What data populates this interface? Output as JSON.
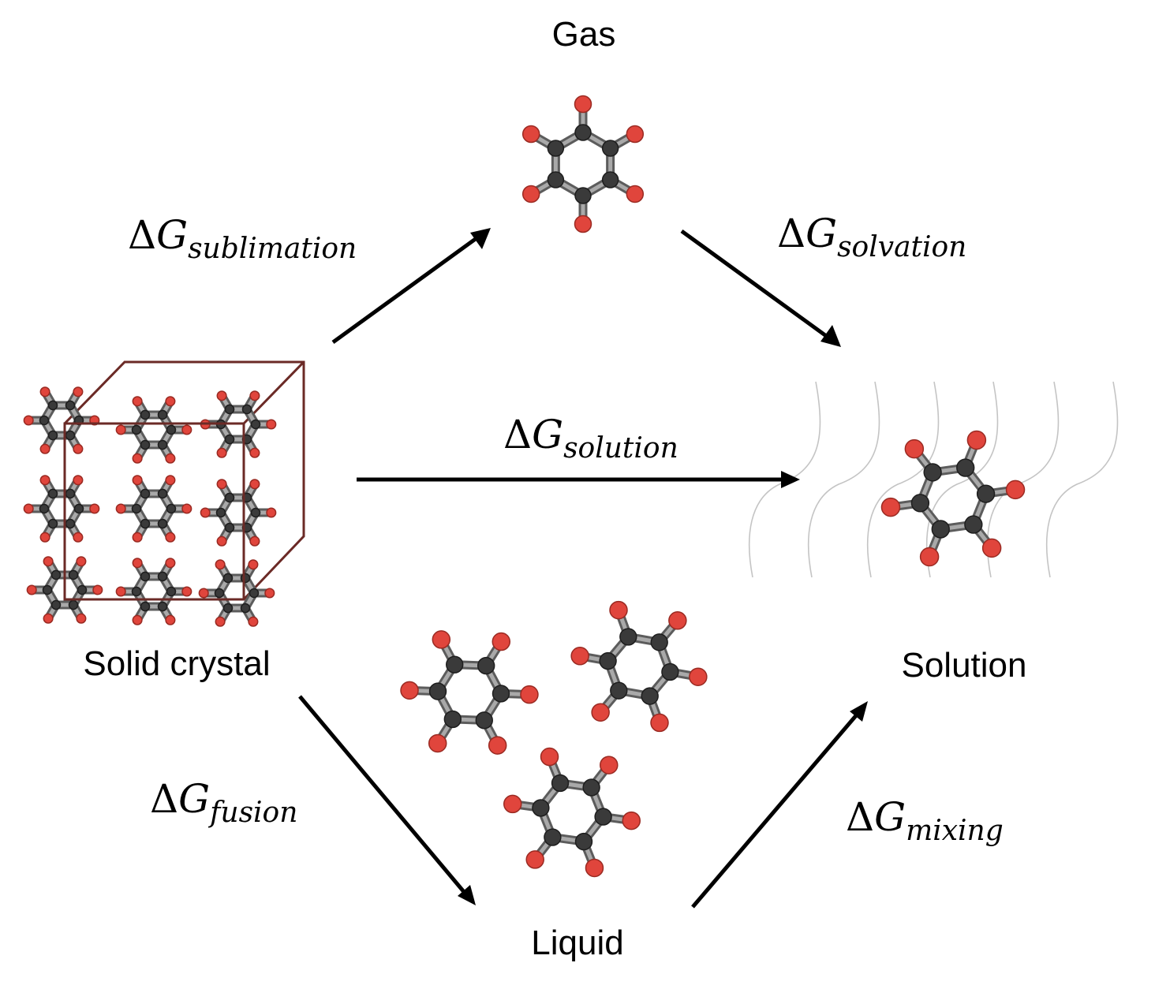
{
  "states": {
    "gas": "Gas",
    "solid": "Solid crystal",
    "solution": "Solution",
    "liquid": "Liquid"
  },
  "transitions": {
    "delta": "Δ",
    "G": "G",
    "sublimation": "sublimation",
    "solvation": "solvation",
    "solution": "solution",
    "fusion": "fusion",
    "mixing": "mixing"
  },
  "colors": {
    "carbon": "#3a3a3a",
    "oxygen": "#e0453c",
    "bond": "#a9a9a9",
    "crystal_box": "#6b2a26",
    "solvent_lines": "#c4c4c4",
    "arrows": "#000000"
  }
}
